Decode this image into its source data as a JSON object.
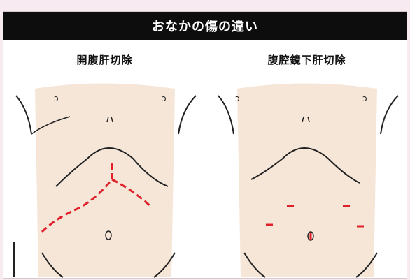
{
  "header": {
    "title": "おなかの傷の違い"
  },
  "panels": [
    {
      "title": "開腹肝切除"
    },
    {
      "title": "腹腔鏡下肝切除"
    }
  ],
  "colors": {
    "header_bg": "#0d0d0d",
    "skin": "#f6e6d8",
    "outline": "#222222",
    "incision": "#e0202a"
  }
}
